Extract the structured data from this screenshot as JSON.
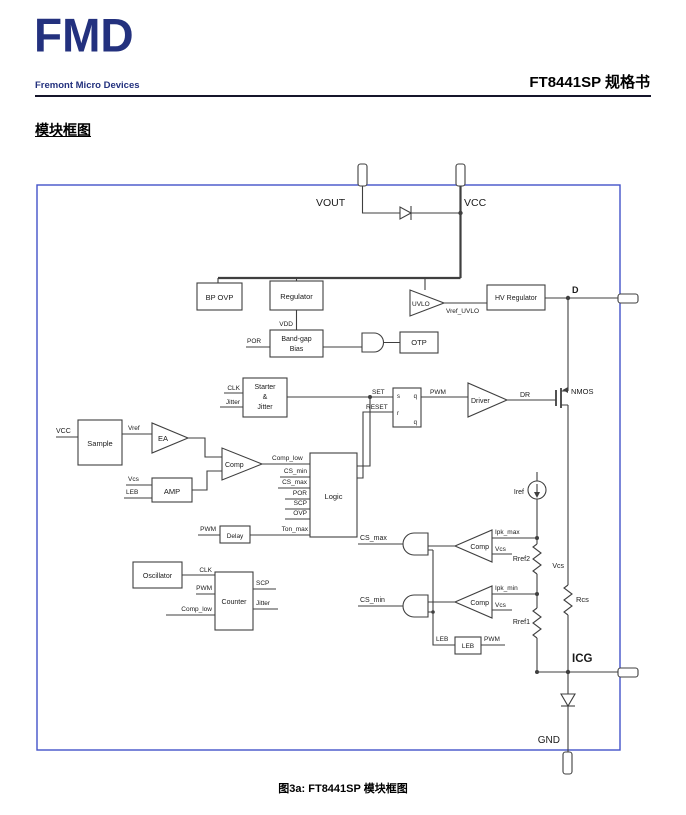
{
  "header": {
    "logo": "FMD",
    "tagline": "Fremont Micro Devices",
    "doc_title": "FT8441SP 规格书"
  },
  "section_title": "模块框图",
  "caption": "图3a: FT8441SP 模块框图",
  "colors": {
    "logo_blue": "#23317e",
    "border_blue": "#4353c9",
    "line": "#3f3f3f"
  },
  "diagram": {
    "labels": {
      "vout": "VOUT",
      "vcc_top": "VCC",
      "bp_ovp": "BP OVP",
      "regulator": "Regulator",
      "vdd": "VDD",
      "bandgap_1": "Band-gap",
      "bandgap_2": "Bias",
      "por_top": "POR",
      "otp": "OTP",
      "uvlo": "UVLO",
      "vref_uvlo": "Vref_UVLO",
      "hv_regulator": "HV Regulator",
      "d_pin": "D",
      "starter_1": "Starter",
      "starter_2": "&",
      "starter_3": "Jitter",
      "clk_starter": "CLK",
      "jitter_starter": "Jitter",
      "set": "SET",
      "reset": "RESET",
      "ff_s": "s",
      "ff_q": "q",
      "ff_r": "r",
      "ff_qb": "q",
      "pwm_ff": "PWM",
      "driver": "Driver",
      "dr": "DR",
      "nmos": "NMOS",
      "vcc_left": "VCC",
      "sample": "Sample",
      "vref": "Vref",
      "ea": "EA",
      "comp_left": "Comp",
      "vcs_amp": "Vcs",
      "leb_amp": "LEB",
      "amp": "AMP",
      "comp_low": "Comp_low",
      "logic": "Logic",
      "cs_min_in": "CS_min",
      "cs_max_in": "CS_max",
      "por_in": "POR",
      "scp_in": "SCP",
      "ovp_in": "OVP",
      "ton_max": "Ton_max",
      "pwm_delay": "PWM",
      "delay": "Delay",
      "oscillator": "Oscillator",
      "clk_counter": "CLK",
      "counter": "Counter",
      "pwm_counter": "PWM",
      "comp_low_counter": "Comp_low",
      "scp_out": "SCP",
      "jitter_out": "Jitter",
      "iref": "Iref",
      "ipk_max": "Ipk_max",
      "vcs_comp_top": "Vcs",
      "comp_top": "Comp",
      "rref2": "Rref2",
      "cs_max_out": "CS_max",
      "cs_min_out": "CS_min",
      "ipk_min": "Ipk_min",
      "vcs_comp_bot": "Vcs",
      "comp_bot": "Comp",
      "rref1": "Rref1",
      "leb_wire": "LEB",
      "leb_block": "LEB",
      "pwm_leb": "PWM",
      "vcs_main": "Vcs",
      "rcs": "Rcs",
      "icg": "ICG",
      "gnd": "GND"
    }
  }
}
